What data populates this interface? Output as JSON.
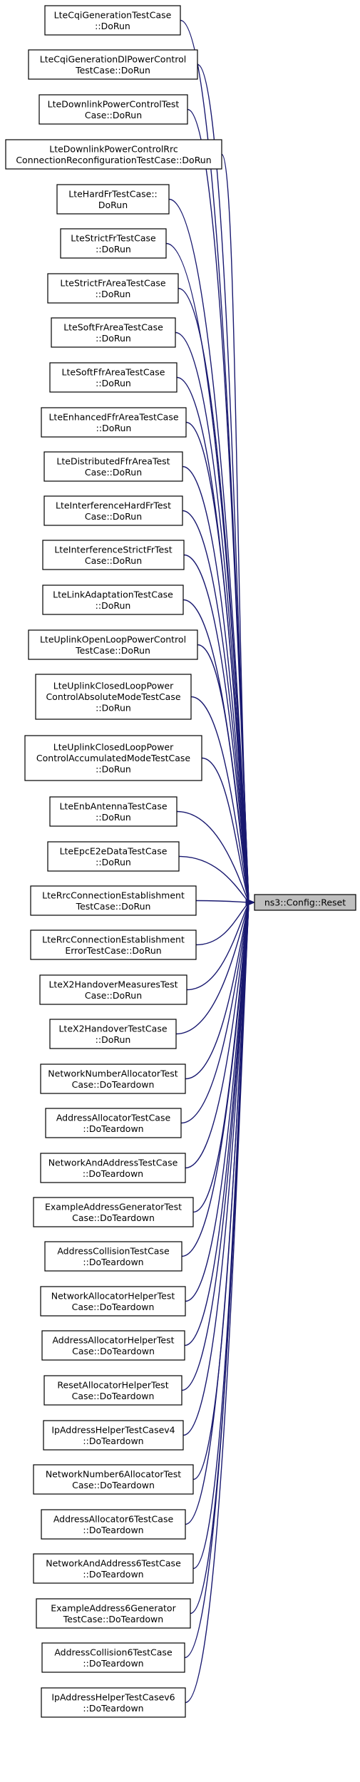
{
  "graph": {
    "colors": {
      "edge": "#191970",
      "node_border": "#000000",
      "target_fill": "#bfbfbf",
      "node_fill": "#ffffff"
    },
    "target": {
      "lines": [
        "ns3::Config::Reset"
      ]
    },
    "callers": [
      {
        "lines": [
          "LteCqiGenerationTestCase",
          "::DoRun"
        ]
      },
      {
        "lines": [
          "LteCqiGenerationDlPowerControl",
          "TestCase::DoRun"
        ]
      },
      {
        "lines": [
          "LteDownlinkPowerControlTest",
          "Case::DoRun"
        ]
      },
      {
        "lines": [
          "LteDownlinkPowerControlRrc",
          "ConnectionReconfigurationTestCase::DoRun"
        ]
      },
      {
        "lines": [
          "LteHardFrTestCase::",
          "DoRun"
        ]
      },
      {
        "lines": [
          "LteStrictFrTestCase",
          "::DoRun"
        ]
      },
      {
        "lines": [
          "LteStrictFrAreaTestCase",
          "::DoRun"
        ]
      },
      {
        "lines": [
          "LteSoftFrAreaTestCase",
          "::DoRun"
        ]
      },
      {
        "lines": [
          "LteSoftFfrAreaTestCase",
          "::DoRun"
        ]
      },
      {
        "lines": [
          "LteEnhancedFfrAreaTestCase",
          "::DoRun"
        ]
      },
      {
        "lines": [
          "LteDistributedFfrAreaTest",
          "Case::DoRun"
        ]
      },
      {
        "lines": [
          "LteInterferenceHardFrTest",
          "Case::DoRun"
        ]
      },
      {
        "lines": [
          "LteInterferenceStrictFrTest",
          "Case::DoRun"
        ]
      },
      {
        "lines": [
          "LteLinkAdaptationTestCase",
          "::DoRun"
        ]
      },
      {
        "lines": [
          "LteUplinkOpenLoopPowerControl",
          "TestCase::DoRun"
        ]
      },
      {
        "lines": [
          "LteUplinkClosedLoopPower",
          "ControlAbsoluteModeTestCase",
          "::DoRun"
        ]
      },
      {
        "lines": [
          "LteUplinkClosedLoopPower",
          "ControlAccumulatedModeTestCase",
          "::DoRun"
        ]
      },
      {
        "lines": [
          "LteEnbAntennaTestCase",
          "::DoRun"
        ]
      },
      {
        "lines": [
          "LteEpcE2eDataTestCase",
          "::DoRun"
        ]
      },
      {
        "lines": [
          "LteRrcConnectionEstablishment",
          "TestCase::DoRun"
        ]
      },
      {
        "lines": [
          "LteRrcConnectionEstablishment",
          "ErrorTestCase::DoRun"
        ]
      },
      {
        "lines": [
          "LteX2HandoverMeasuresTest",
          "Case::DoRun"
        ]
      },
      {
        "lines": [
          "LteX2HandoverTestCase",
          "::DoRun"
        ]
      },
      {
        "lines": [
          "NetworkNumberAllocatorTest",
          "Case::DoTeardown"
        ]
      },
      {
        "lines": [
          "AddressAllocatorTestCase",
          "::DoTeardown"
        ]
      },
      {
        "lines": [
          "NetworkAndAddressTestCase",
          "::DoTeardown"
        ]
      },
      {
        "lines": [
          "ExampleAddressGeneratorTest",
          "Case::DoTeardown"
        ]
      },
      {
        "lines": [
          "AddressCollisionTestCase",
          "::DoTeardown"
        ]
      },
      {
        "lines": [
          "NetworkAllocatorHelperTest",
          "Case::DoTeardown"
        ]
      },
      {
        "lines": [
          "AddressAllocatorHelperTest",
          "Case::DoTeardown"
        ]
      },
      {
        "lines": [
          "ResetAllocatorHelperTest",
          "Case::DoTeardown"
        ]
      },
      {
        "lines": [
          "IpAddressHelperTestCasev4",
          "::DoTeardown"
        ]
      },
      {
        "lines": [
          "NetworkNumber6AllocatorTest",
          "Case::DoTeardown"
        ]
      },
      {
        "lines": [
          "AddressAllocator6TestCase",
          "::DoTeardown"
        ]
      },
      {
        "lines": [
          "NetworkAndAddress6TestCase",
          "::DoTeardown"
        ]
      },
      {
        "lines": [
          "ExampleAddress6Generator",
          "TestCase::DoTeardown"
        ]
      },
      {
        "lines": [
          "AddressCollision6TestCase",
          "::DoTeardown"
        ]
      },
      {
        "lines": [
          "IpAddressHelperTestCasev6",
          "::DoTeardown"
        ]
      }
    ]
  }
}
